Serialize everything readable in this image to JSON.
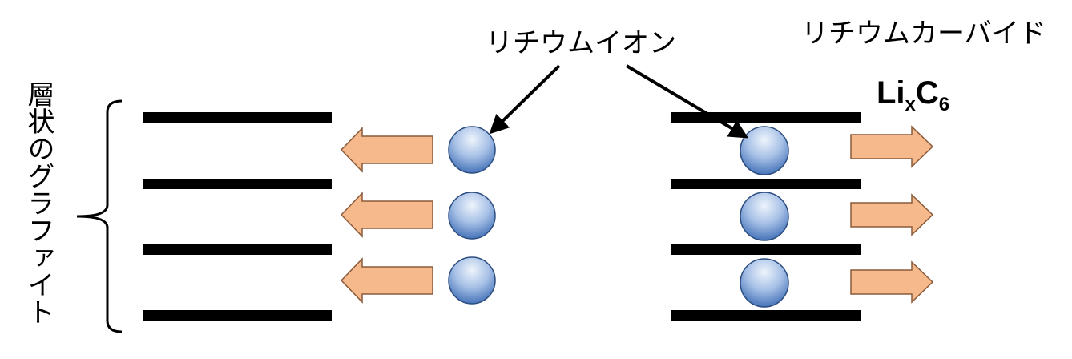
{
  "labels": {
    "lithium_ion": "リチウムイオン",
    "lithium_carbide": "リチウムカーバイド",
    "formula": {
      "main": "Li",
      "sub_x": "x",
      "c": "C",
      "sub_6": "6"
    },
    "layered_graphite": "層状のグラファイト"
  },
  "colors": {
    "layer": "#000000",
    "arrow_fill": "#f6b98c",
    "arrow_stroke": "#8a5a3a",
    "ion_light": "#e6effb",
    "ion_dark": "#3f6fb8"
  },
  "icons": {
    "ion": "sphere",
    "direction_arrow": "block-arrow",
    "bracket": "curly-brace"
  }
}
